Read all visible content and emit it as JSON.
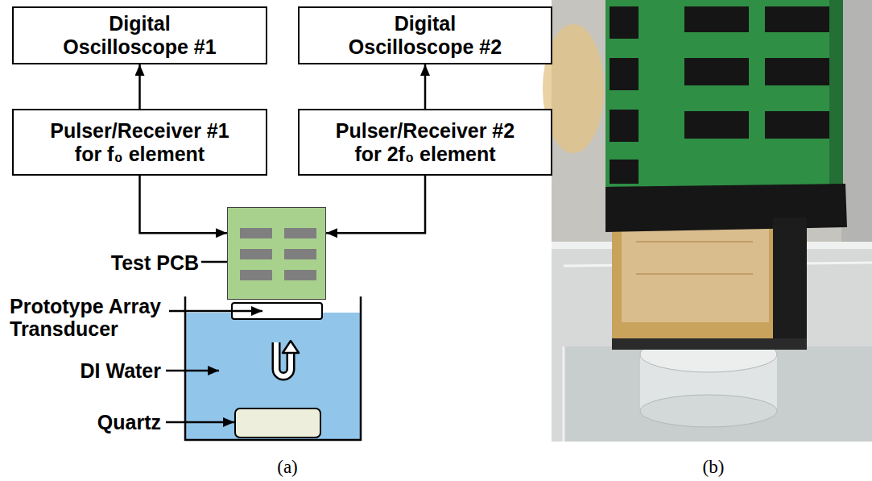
{
  "diagram": {
    "nodes": [
      {
        "text": [
          "Digital Oscilloscope #1"
        ]
      },
      {
        "text": [
          "Digital Oscilloscope #2"
        ]
      },
      {
        "text": [
          "Pulser/Receiver #1 for f₀ element"
        ]
      },
      {
        "text": [
          "Pulser/Receiver #2 for 2f₀ element"
        ]
      },
      {
        "text": [
          "Test PCB"
        ]
      }
    ],
    "edges": [
      {
        "from": 2,
        "to": 0,
        "arrow": "to"
      },
      {
        "from": 3,
        "to": 1,
        "arrow": "to"
      },
      {
        "from": 2,
        "to": 4,
        "arrow": "to"
      },
      {
        "from": 3,
        "to": 4,
        "arrow": "to"
      }
    ],
    "labels": [
      "Prototype Array Transducer",
      "DI Water",
      "Quartz",
      "(a)",
      "(b)"
    ]
  }
}
